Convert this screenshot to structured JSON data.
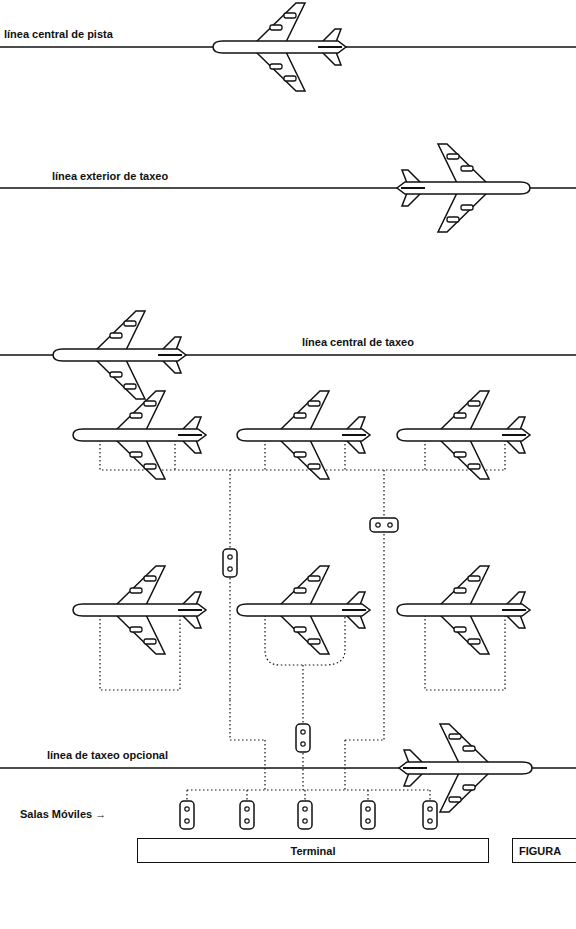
{
  "diagram": {
    "nodes": [
      {
        "text": [
          "Terminal"
        ]
      },
      {
        "text": [
          "FIGURA"
        ]
      }
    ],
    "labels": [
      "línea central de pista",
      "línea exterior de taxeo",
      "línea central de taxeo",
      "línea de taxeo opcional",
      "Salas Móviles →"
    ]
  }
}
